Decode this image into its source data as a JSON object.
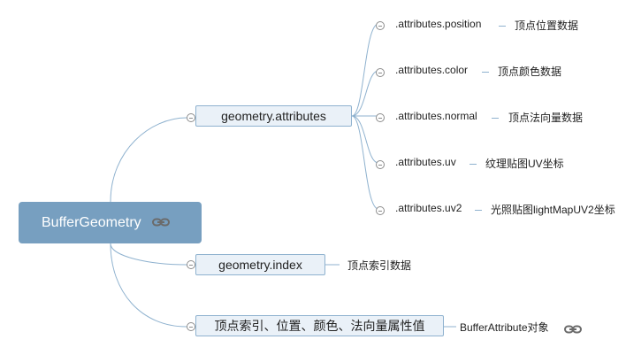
{
  "root": {
    "label": "BufferGeometry",
    "icon": "link-icon"
  },
  "topics": [
    {
      "label": "geometry.attributes",
      "children": [
        {
          "label": ".attributes.position",
          "note": "顶点位置数据"
        },
        {
          "label": ".attributes.color",
          "note": "顶点颜色数据"
        },
        {
          "label": ".attributes.normal",
          "note": "顶点法向量数据"
        },
        {
          "label": ".attributes.uv",
          "note": "纹理贴图UV坐标"
        },
        {
          "label": ".attributes.uv2",
          "note": "光照贴图lightMapUV2坐标"
        }
      ]
    },
    {
      "label": "geometry.index",
      "note": "顶点索引数据"
    },
    {
      "label": "顶点索引、位置、颜色、法向量属性值",
      "note": "BufferAttribute对象",
      "note_icon": "link-icon"
    }
  ],
  "colors": {
    "root_fill": "#779fc0",
    "topic_fill": "#eaf1f8",
    "topic_border": "#8fb2cf",
    "line": "#8fb2cf"
  }
}
